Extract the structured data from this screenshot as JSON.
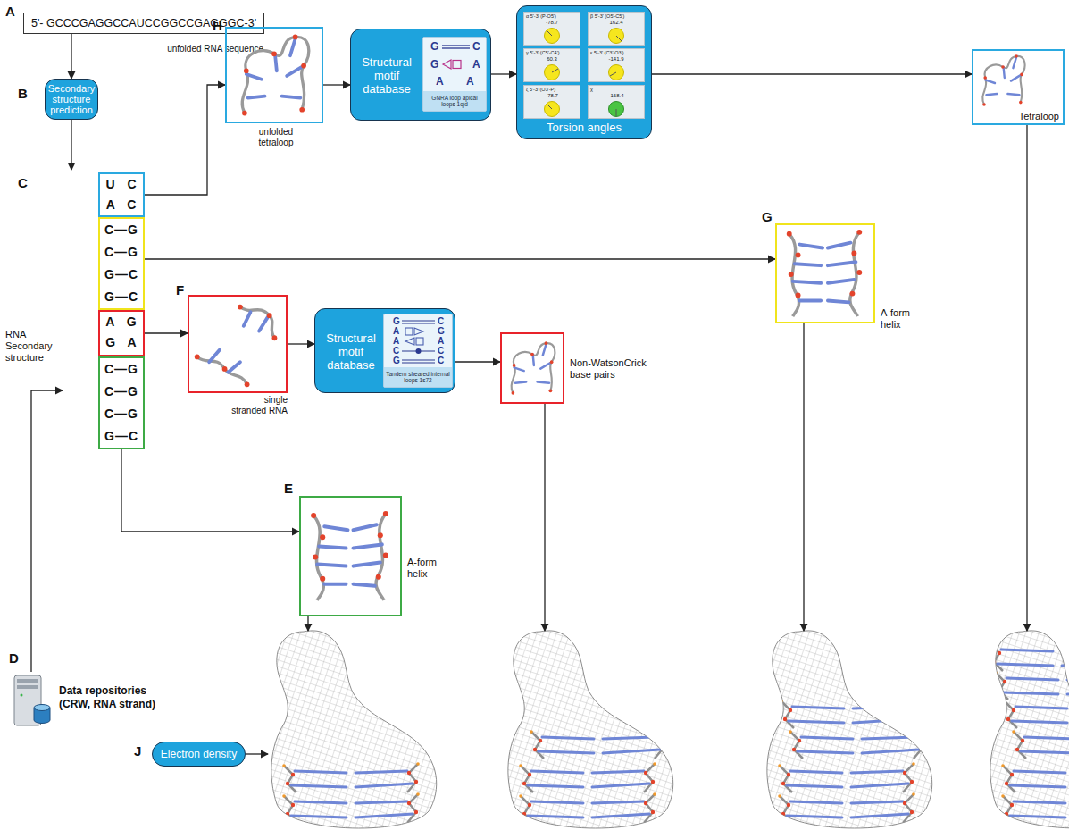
{
  "diagram": {
    "nodes": [
      {
        "text": [
          "5'- GCCCGAGGCCAUCCGGCCGAGGGC-3'",
          "unfolded RNA sequence"
        ]
      },
      {
        "text": [
          "unfolded tetraloop"
        ]
      },
      {
        "text": [
          "Structural motif database"
        ]
      },
      {
        "text": [
          "G",
          "C",
          "G",
          "A",
          "A",
          "A",
          "GNRA loop apical loops 1qid"
        ],
        "in": 2
      },
      {
        "text": [
          "Torsion angles"
        ]
      },
      {
        "text": [
          "α 5'-3' (P-O5')",
          "-78.7"
        ],
        "in": 4
      },
      {
        "text": [
          "β 5'-3' (O5'-C5')",
          "162.4"
        ],
        "in": 4
      },
      {
        "text": [
          "γ 5'-3' (C5'-C4')",
          "60.3"
        ],
        "in": 4
      },
      {
        "text": [
          "ε 5'-3' (C3'-O3')",
          "-141.9"
        ],
        "in": 4
      },
      {
        "text": [
          "ζ 5'-3' (O3'-P)",
          "-78.7"
        ],
        "in": 4
      },
      {
        "text": [
          "χ",
          "-168.4"
        ],
        "in": 4
      },
      {
        "text": [
          "Tetraloop"
        ]
      },
      {
        "text": [
          "Secondary structure prediction"
        ]
      },
      {
        "text": [
          "RNA Secondary structure"
        ]
      },
      {
        "text": [
          "U C",
          "A C"
        ],
        "in": 13
      },
      {
        "text": [
          "C—G",
          "C—G",
          "G—C",
          "G—C"
        ],
        "in": 13
      },
      {
        "text": [
          "A G",
          "G A"
        ],
        "in": 13
      },
      {
        "text": [
          "C—G",
          "C—G",
          "C—G",
          "G—C"
        ],
        "in": 13
      },
      {
        "text": [
          "A-form helix"
        ]
      },
      {
        "text": [
          "single stranded RNA"
        ]
      },
      {
        "text": [
          "Structural motif database"
        ]
      },
      {
        "text": [
          "G",
          "C",
          "A",
          "G",
          "A",
          "A",
          "C",
          "C",
          "G",
          "C",
          "Tandem sheared internal loops 1s72"
        ],
        "in": 20
      },
      {
        "text": [
          "Non-WatsonCrick base pairs"
        ]
      },
      {
        "text": [
          "A-form helix"
        ]
      },
      {
        "text": [
          "Data repositories (CRW, RNA strand)"
        ]
      },
      {
        "text": [
          "Electron density"
        ]
      }
    ],
    "edges": [
      {
        "from": 0,
        "to": 12,
        "arrow": "to"
      },
      {
        "from": 12,
        "to": 13,
        "arrow": "to"
      },
      {
        "from": 24,
        "to": 13,
        "arrow": "to"
      },
      {
        "from": 14,
        "to": 1,
        "arrow": "to"
      },
      {
        "from": 15,
        "to": 18,
        "arrow": "to"
      },
      {
        "from": 16,
        "to": 19,
        "arrow": "to"
      },
      {
        "from": 17,
        "to": 23,
        "arrow": "to"
      },
      {
        "from": 1,
        "to": 2,
        "arrow": "to"
      },
      {
        "from": 2,
        "to": 4,
        "arrow": "to"
      },
      {
        "from": 4,
        "to": 11,
        "arrow": "to"
      },
      {
        "from": 19,
        "to": 20,
        "arrow": "to"
      },
      {
        "from": 20,
        "to": 22,
        "arrow": "to"
      }
    ],
    "labels": [
      "A",
      "B",
      "C",
      "D",
      "E",
      "F",
      "G",
      "H",
      "J"
    ]
  }
}
